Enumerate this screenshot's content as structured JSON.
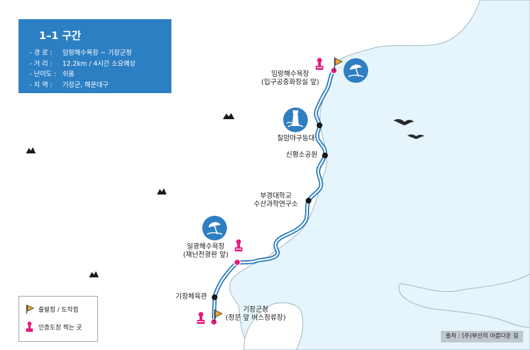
{
  "info_box": {
    "title": "1–1 구간",
    "rows": [
      {
        "label": "- 경   로 :",
        "value": "임랑해수욕장 ~ 기장군청"
      },
      {
        "label": "- 거   리 :",
        "value": "12.2km / 4시간 소요예상"
      },
      {
        "label": "- 난이도 :",
        "value": "쉬움"
      },
      {
        "label": "- 지   역 :",
        "value": "기장군, 해운대구"
      }
    ]
  },
  "places": {
    "imrang_beach": {
      "line1": "임랑해수욕장",
      "line2": "(입구공중화장실 앞)"
    },
    "chilam_lighthouse": {
      "name": "칠암야구등대"
    },
    "sinpyeong_park": {
      "name": "신평소공원"
    },
    "pknu_institute": {
      "line1": "부경대학교",
      "line2": "수산과학연구소"
    },
    "ilgwang_beach": {
      "line1": "일광해수욕장",
      "line2": "(재난전광판 앞)"
    },
    "gijang_gym": {
      "name": "기장체육관"
    },
    "gijang_office": {
      "line1": "기장군청",
      "line2": "(정문 앞 버스정류장)"
    }
  },
  "legend": {
    "start_end": "출발점 / 도착점",
    "stamp": "인증도장 찍는 곳"
  },
  "source": "출처 : (주)부산의 아름다운 길",
  "colors": {
    "info_bg": "#2d7fc4",
    "sea": "#e6f5fb",
    "route": "#2e7dc0",
    "stamp": "#e5197f",
    "flag": "#f2a32b",
    "marker_dark": "#1a1a1a"
  },
  "icons": [
    "beach-umbrella-icon",
    "lighthouse-icon",
    "stamp-icon",
    "flag-icon",
    "mountain-icon",
    "seagull-icon"
  ]
}
